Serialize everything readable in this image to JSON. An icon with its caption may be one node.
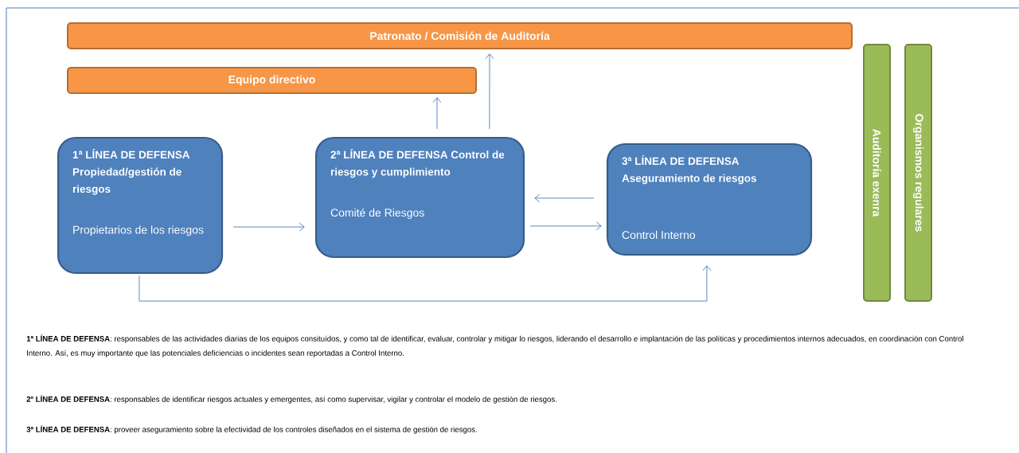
{
  "diagram": {
    "nodes": [
      {
        "text": [
          "Patronato / Comisión de Auditoría"
        ]
      },
      {
        "text": [
          "Equipo directivo"
        ]
      },
      {
        "text": [
          "1ª LÍNEA DE DEFENSA Propiedad/gestión de riesgos",
          "Propietarios de los riesgos"
        ]
      },
      {
        "text": [
          "2ª LÍNEA DE DEFENSA Control de riesgos y cumplimiento",
          "Comité de Riesgos"
        ]
      },
      {
        "text": [
          "3ª LÍNEA DE DEFENSA Aseguramiento de riesgos",
          "Control Interno"
        ]
      },
      {
        "text": [
          "Auditoría exenra"
        ]
      },
      {
        "text": [
          "Organismos regulares"
        ]
      }
    ],
    "edges": [
      {
        "from": 2,
        "to": 3,
        "arrow": "to"
      },
      {
        "from": 3,
        "to": 1,
        "arrow": "to"
      },
      {
        "from": 3,
        "to": 0,
        "arrow": "to"
      },
      {
        "from": 4,
        "to": 3,
        "arrow": "to"
      },
      {
        "from": 3,
        "to": 4,
        "arrow": "to"
      },
      {
        "from": 2,
        "to": 4,
        "arrow": "to"
      }
    ],
    "labels": [
      "**1ª LÍNEA DE DEFENSA**: responsables de las actividades diarias de los equipos consituídos, y como tal de identificar, evaluar, controlar y mitigar lo riesgos, liderando el desarrollo e implantación de las políticas y procedimientos internos adecuados, en coordinación con Control Interno. Así, es muy importante que las potenciales deficiencias o incidentes sean reportadas a Control Interno.",
      "**2º LÍNEA DE DEFENSA**: responsables de identificar riesgos actuales y emergentes, así como supervisar, vigilar y controlar el modelo de gestión de riesgos.",
      "**3ª LÍNEA DE DEFENSA**: proveer aseguramiento sobre la efectividad de los controles diseñados en el sistema de gestión de riesgos."
    ]
  }
}
